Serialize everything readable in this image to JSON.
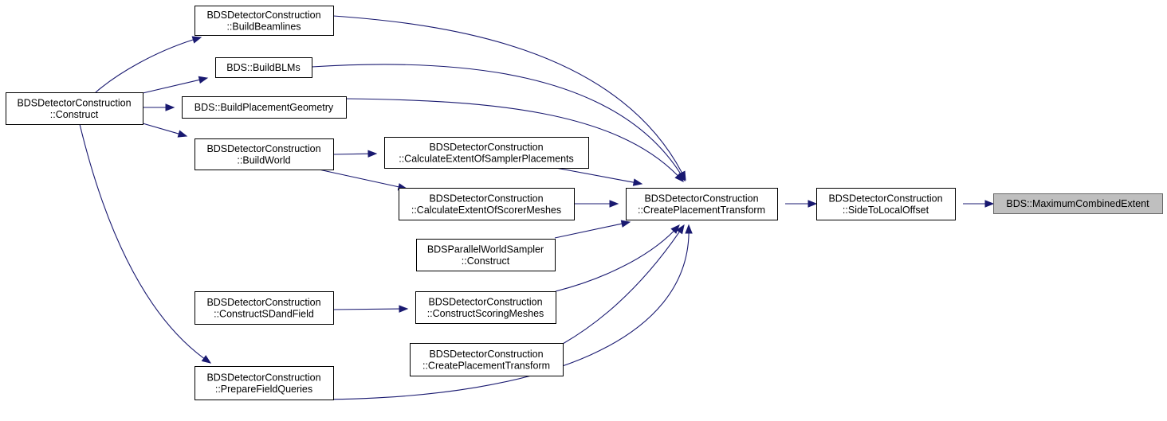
{
  "graph": {
    "colors": {
      "edge": "#191970",
      "node_fill": "#ffffff",
      "node_border": "#000000",
      "highlight_fill": "#bfbfbf"
    },
    "nodes": [
      {
        "id": "n_maxext",
        "lines": [
          "BDS::MaximumCombinedExtent"
        ],
        "highlighted": true
      },
      {
        "id": "n_side",
        "lines": [
          "BDSDetectorConstruction",
          "::SideToLocalOffset"
        ]
      },
      {
        "id": "n_cpt",
        "lines": [
          "BDSDetectorConstruction",
          "::CreatePlacementTransform"
        ]
      },
      {
        "id": "n_beamlines",
        "lines": [
          "BDSDetectorConstruction",
          "::BuildBeamlines"
        ]
      },
      {
        "id": "n_blms",
        "lines": [
          "BDS::BuildBLMs"
        ]
      },
      {
        "id": "n_bpg",
        "lines": [
          "BDS::BuildPlacementGeometry"
        ]
      },
      {
        "id": "n_construct",
        "lines": [
          "BDSDetectorConstruction",
          "::Construct"
        ]
      },
      {
        "id": "n_world",
        "lines": [
          "BDSDetectorConstruction",
          "::BuildWorld"
        ]
      },
      {
        "id": "n_sampler",
        "lines": [
          "BDSDetectorConstruction",
          "::CalculateExtentOfSamplerPlacements"
        ]
      },
      {
        "id": "n_scorer",
        "lines": [
          "BDSDetectorConstruction",
          "::CalculateExtentOfScorerMeshes"
        ]
      },
      {
        "id": "n_pws",
        "lines": [
          "BDSParallelWorldSampler",
          "::Construct"
        ]
      },
      {
        "id": "n_sdfield",
        "lines": [
          "BDSDetectorConstruction",
          "::ConstructSDandField"
        ]
      },
      {
        "id": "n_scoring",
        "lines": [
          "BDSDetectorConstruction",
          "::ConstructScoringMeshes"
        ]
      },
      {
        "id": "n_cpt2",
        "lines": [
          "BDSDetectorConstruction",
          "::CreatePlacementTransform"
        ]
      },
      {
        "id": "n_pfq",
        "lines": [
          "BDSDetectorConstruction",
          "::PrepareFieldQueries"
        ]
      }
    ],
    "edges": [
      {
        "from": "n_maxext",
        "to": "n_side"
      },
      {
        "from": "n_side",
        "to": "n_cpt"
      },
      {
        "from": "n_cpt",
        "to": "n_beamlines"
      },
      {
        "from": "n_cpt",
        "to": "n_blms"
      },
      {
        "from": "n_cpt",
        "to": "n_bpg"
      },
      {
        "from": "n_cpt",
        "to": "n_sampler"
      },
      {
        "from": "n_cpt",
        "to": "n_scorer"
      },
      {
        "from": "n_cpt",
        "to": "n_pws"
      },
      {
        "from": "n_cpt",
        "to": "n_scoring"
      },
      {
        "from": "n_cpt",
        "to": "n_cpt2"
      },
      {
        "from": "n_cpt",
        "to": "n_pfq"
      },
      {
        "from": "n_beamlines",
        "to": "n_construct"
      },
      {
        "from": "n_blms",
        "to": "n_construct"
      },
      {
        "from": "n_bpg",
        "to": "n_construct"
      },
      {
        "from": "n_world",
        "to": "n_construct"
      },
      {
        "from": "n_sampler",
        "to": "n_world"
      },
      {
        "from": "n_scorer",
        "to": "n_world"
      },
      {
        "from": "n_scoring",
        "to": "n_sdfield"
      },
      {
        "from": "n_pfq",
        "to": "n_construct"
      }
    ]
  }
}
